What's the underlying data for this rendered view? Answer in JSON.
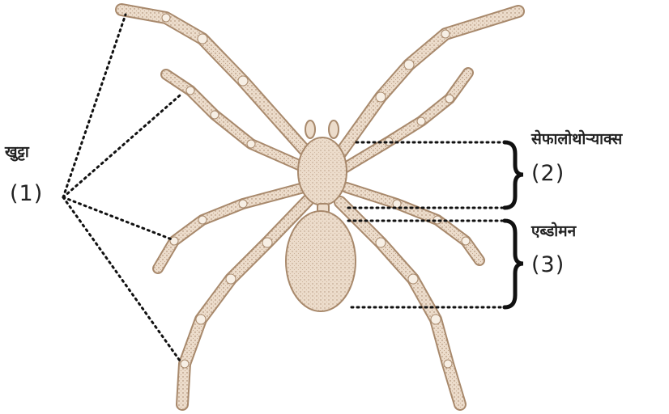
{
  "labels": {
    "legs": {
      "name": "खुट्टा",
      "number": "(1)"
    },
    "cephalothorax": {
      "name": "सेफालोथोऱ्याक्स",
      "number": "(2)"
    },
    "abdomen": {
      "name": "एब्डोमन",
      "number": "(3)"
    }
  },
  "colors": {
    "body_fill": "#ecdccb",
    "body_stroke": "#a8896c",
    "stipple": "#a07e61",
    "leg_band": "#f7efe5",
    "leader": "#111111",
    "text": "#222222"
  }
}
